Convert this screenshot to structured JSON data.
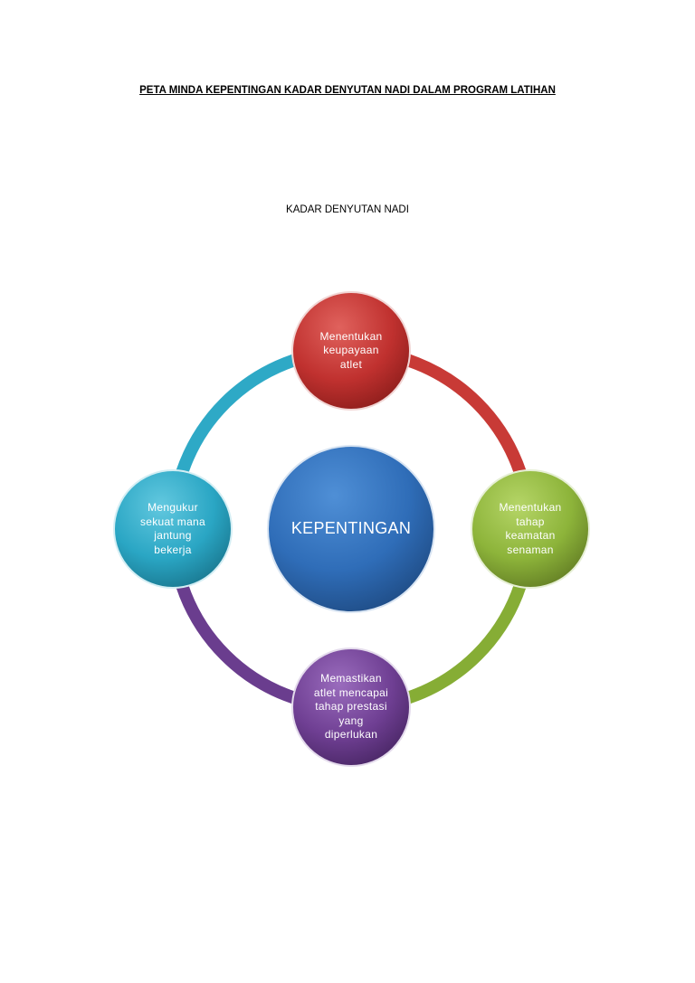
{
  "title": "PETA MINDA KEPENTINGAN KADAR DENYUTAN NADI DALAM PROGRAM LATIHAN",
  "subtitle": "KADAR DENYUTAN NADI",
  "center": {
    "label": "KEPENTINGAN",
    "color": "#2f6db8"
  },
  "nodes": {
    "top": {
      "lines": [
        "Menentukan",
        "keupayaan",
        "atlet"
      ],
      "color": "#c0312f"
    },
    "right": {
      "lines": [
        "Menentukan",
        "tahap",
        "keamatan",
        "senaman"
      ],
      "color": "#8db43a"
    },
    "bottom": {
      "lines": [
        "Memastikan",
        "atlet mencapai",
        "tahap prestasi",
        "yang",
        "diperlukan"
      ],
      "color": "#6f3f93"
    },
    "left": {
      "lines": [
        "Mengukur",
        "sekuat mana",
        "jantung",
        "bekerja"
      ],
      "color": "#2aa6c4"
    }
  }
}
